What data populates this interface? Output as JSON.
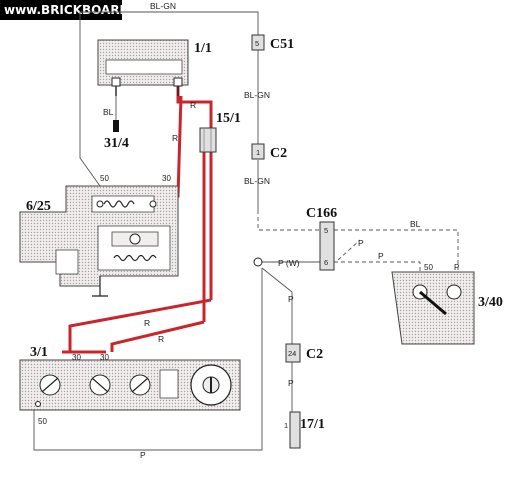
{
  "watermark": "www.BRICKBOARD.com",
  "components": {
    "c1_1": "1/1",
    "c15_1": "15/1",
    "c31_4": "31/4",
    "c6_25": "6/25",
    "c3_1": "3/1",
    "c3_40": "3/40",
    "c17_1": "17/1",
    "c51": "C51",
    "c2_top": "C2",
    "c2_bottom": "C2",
    "c166": "C166"
  },
  "wires": {
    "bl_gn_top": "BL-GN",
    "bl_gn_mid": "BL-GN",
    "bl_gn_low": "BL-GN",
    "bl": "BL",
    "bl_short": "BL",
    "r_1": "R",
    "r_2": "R",
    "r_3": "R",
    "r_4": "R",
    "p_1": "P",
    "p_2": "P",
    "p_3": "P",
    "p_4": "P",
    "p_5": "P",
    "p_w": "P (W)"
  },
  "terminals": {
    "t50_starter": "50",
    "t30_starter": "30",
    "t30_a": "30",
    "t30_b": "30",
    "t50_switch": "50",
    "t50_3_40": "50",
    "t_p_3_40": "P"
  },
  "pins": {
    "c51_pin": "5",
    "c2_top_pin": "1",
    "c166_pin_5": "5",
    "c166_pin_6": "6",
    "c2_bottom_pin": "24",
    "c17_1_pin": "1"
  }
}
